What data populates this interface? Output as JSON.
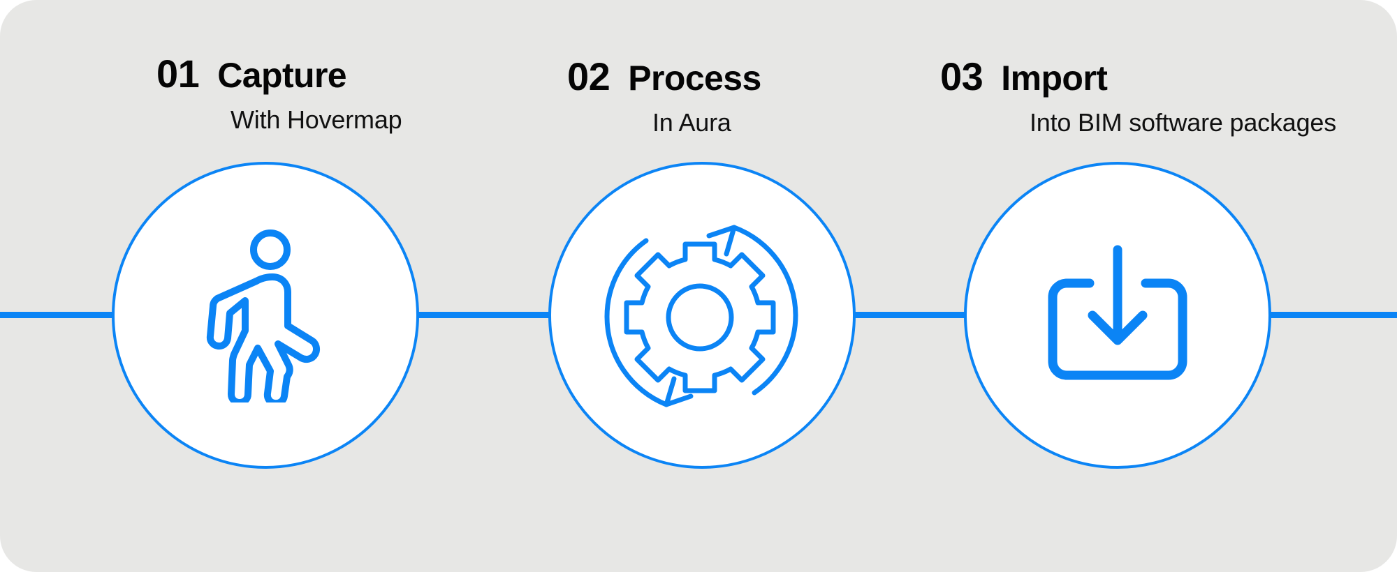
{
  "graphic": {
    "title": "Three step workflow",
    "background_color": "#e7e7e5",
    "accent_color": "#0b84f5",
    "circle_fill": "#ffffff",
    "text_color": "#050505"
  },
  "steps": [
    {
      "number": "01",
      "title": "Capture",
      "subtitle": "With Hovermap",
      "icon": "walking-person-icon"
    },
    {
      "number": "02",
      "title": "Process",
      "subtitle": "In Aura",
      "icon": "gear-rotation-icon"
    },
    {
      "number": "03",
      "title": "Import",
      "subtitle": "Into BIM software packages",
      "icon": "download-tray-icon"
    }
  ]
}
